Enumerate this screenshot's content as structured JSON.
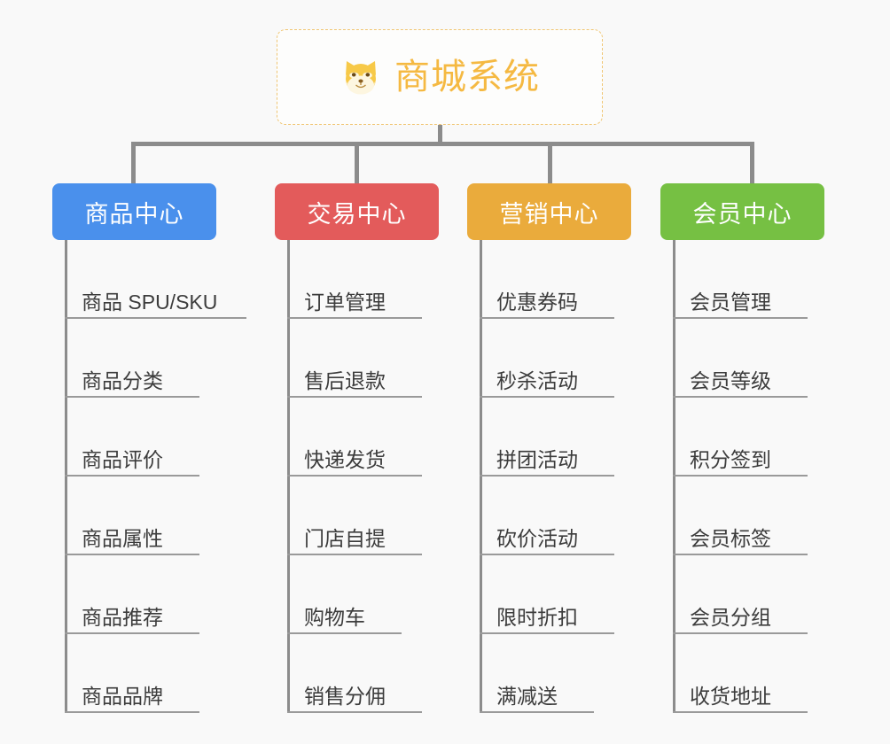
{
  "page": {
    "background_color": "#f9f9f9",
    "connector_color": "#8c8c8c",
    "item_text_color": "#3c3c3c",
    "item_rule_color": "#9a9a9a"
  },
  "root": {
    "title": "商城系统",
    "icon": "shiba-dog-face-icon",
    "text_color": "#f5b942",
    "border_color": "#f0c674",
    "background_color": "#fdfdfc"
  },
  "branches": [
    {
      "title": "商品中心",
      "color": "#4a90ec",
      "items": [
        "商品 SPU/SKU",
        "商品分类",
        "商品评价",
        "商品属性",
        "商品推荐",
        "商品品牌"
      ]
    },
    {
      "title": "交易中心",
      "color": "#e35b5b",
      "items": [
        "订单管理",
        "售后退款",
        "快递发货",
        "门店自提",
        "购物车",
        "销售分佣"
      ]
    },
    {
      "title": "营销中心",
      "color": "#eaab3c",
      "items": [
        "优惠券码",
        "秒杀活动",
        "拼团活动",
        "砍价活动",
        "限时折扣",
        "满减送"
      ]
    },
    {
      "title": "会员中心",
      "color": "#76c043",
      "items": [
        "会员管理",
        "会员等级",
        "积分签到",
        "会员标签",
        "会员分组",
        "收货地址"
      ]
    }
  ]
}
